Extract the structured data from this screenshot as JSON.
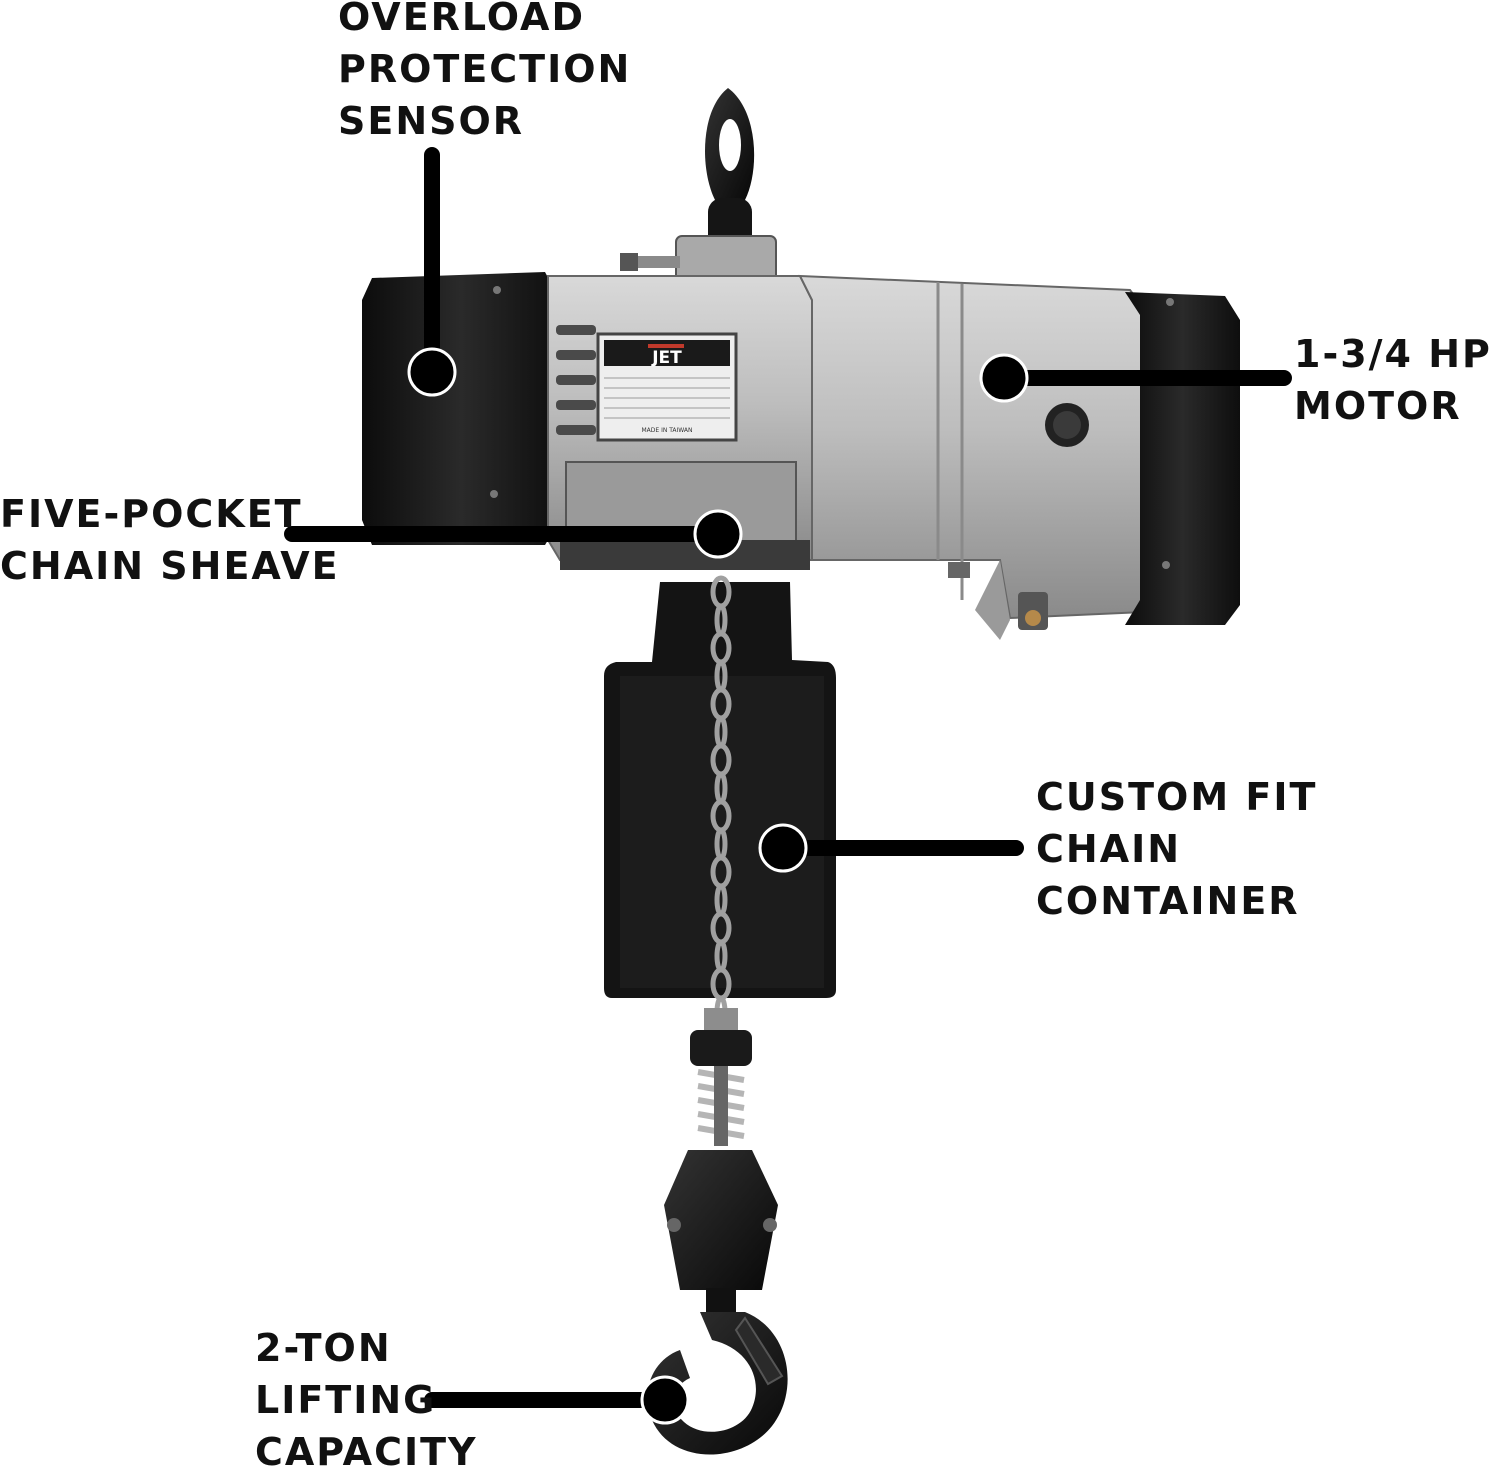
{
  "callouts": {
    "overload": {
      "label": "OVERLOAD\nPROTECTION\nSENSOR"
    },
    "motor": {
      "label": "1-3/4 HP\nMOTOR"
    },
    "sheave": {
      "label": "FIVE-POCKET\nCHAIN SHEAVE"
    },
    "container": {
      "label": "CUSTOM FIT\nCHAIN\nCONTAINER"
    },
    "capacity": {
      "label": "2-TON\nLIFTING\nCAPACITY"
    }
  },
  "nameplate": {
    "brand": "JET",
    "footer": "MADE IN TAIWAN"
  },
  "colors": {
    "ink": "#111111",
    "housing": "#1d1d1d",
    "metal": "#b9b9b9",
    "metal_dark": "#7c7c7c",
    "accent": "#c0392b"
  }
}
